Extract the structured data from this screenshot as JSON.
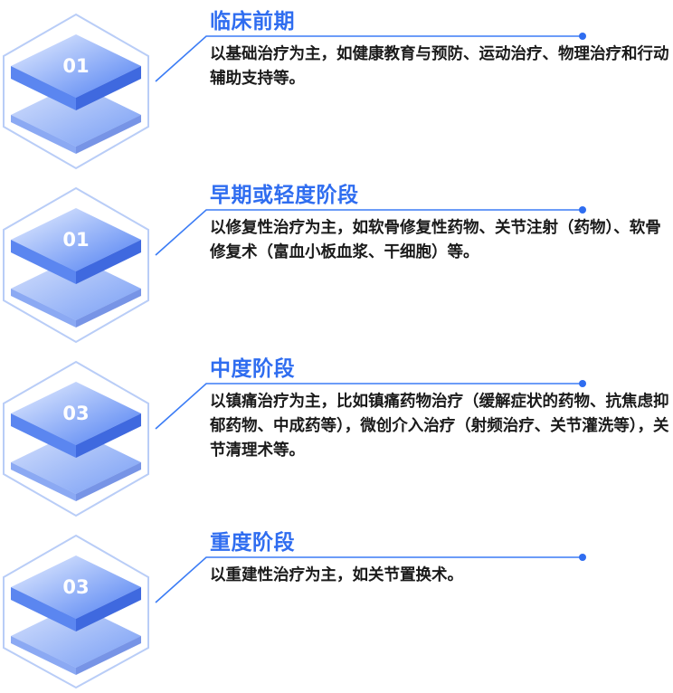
{
  "steps": [
    {
      "number": "01",
      "title": "临床前期",
      "description": "以基础治疗为主，如健康教育与预防、运动治疗、物理治疗和行动辅助支持等。"
    },
    {
      "number": "01",
      "title": "早期或轻度阶段",
      "description": "以修复性治疗为主，如软骨修复性药物、关节注射（药物）、软骨修复术（富血小板血浆、干细胞）等。"
    },
    {
      "number": "03",
      "title": "中度阶段",
      "description": "以镇痛治疗为主，比如镇痛药物治疗（缓解症状的药物、抗焦虑抑郁药物、中成药等），微创介入治疗（射频治疗、关节灌洗等），关节清理术等。"
    },
    {
      "number": "03",
      "title": "重度阶段",
      "description": "以重建性治疗为主，如关节置换术。"
    }
  ],
  "colors": {
    "accent": "#2f6df0",
    "connector": "#3b7cf5",
    "hex_outline": "#b9cdf7",
    "text": "#1a1a1a"
  }
}
